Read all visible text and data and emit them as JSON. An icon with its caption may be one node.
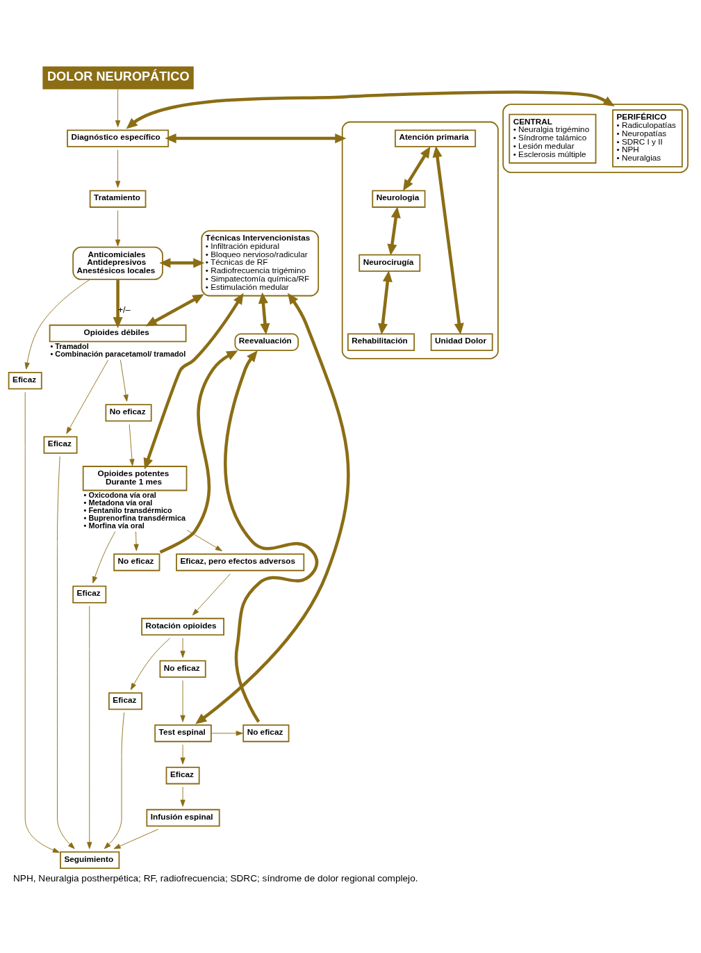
{
  "diagram": {
    "caption": "NPH, Neuralgia postherpética; RF, radiofrecuencia; SDRC; síndrome de dolor regional complejo.",
    "nodes": [
      {
        "text": [
          "DOLOR NEUROPÁTICO"
        ]
      },
      {
        "text": [],
        "shape": "box"
      },
      {
        "text": [
          "Atención primaria"
        ],
        "in": 1
      },
      {
        "text": [
          "Neurologia"
        ],
        "in": 1
      },
      {
        "text": [
          "Neurocirugía"
        ],
        "in": 1
      },
      {
        "text": [
          "Rehabilitación"
        ],
        "in": 1
      },
      {
        "text": [
          "Unidad Dolor"
        ],
        "in": 1
      },
      {
        "text": [
          "Diagnóstico específico"
        ]
      },
      {
        "text": [],
        "shape": "box"
      },
      {
        "text": [
          "PERIFÉRICO",
          "• Radiculopatías",
          "• Neuropatías",
          "• SDRC I y II",
          "• NPH",
          "• Neuralgias"
        ],
        "in": 8
      },
      {
        "text": [
          "CENTRAL",
          "• Neuralgia trigémino",
          "• Síndrome talámico",
          "• Lesión medular",
          "• Esclerosis múltiple"
        ],
        "in": 8
      },
      {
        "text": [
          "Tratamiento"
        ]
      },
      {
        "text": [
          "Anticomiciales",
          "Antidepresivos",
          "Anestésicos locales"
        ]
      },
      {
        "text": [
          "Técnicas Intervencionistas",
          "• Infiltración epidural",
          "• Bloqueo nervioso/radicular",
          "• Técnicas de RF",
          "• Radiofrecuencia trigémino",
          "• Simpatectomía química/RF",
          "• Estimulación medular"
        ]
      },
      {
        "text": [
          "Eficaz"
        ]
      },
      {
        "text": [
          "Opioides débiles"
        ],
        "beside": [
          "• Tramadol",
          "• Combinación paracetamol/ tramadol"
        ]
      },
      {
        "text": [
          "Eficaz"
        ]
      },
      {
        "text": [
          "No eficaz"
        ]
      },
      {
        "text": [
          "Opioides potentes",
          "Durante 1 mes"
        ],
        "beside": [
          "• Oxicodona vía oral",
          "• Metadona vía oral",
          "• Fentanilo transdérmico",
          "• Buprenorfina transdérmica",
          "• Morfina vía oral"
        ]
      },
      {
        "text": [
          "Eficaz"
        ]
      },
      {
        "text": [
          "Reevaluación"
        ]
      },
      {
        "text": [
          "No eficaz"
        ]
      },
      {
        "text": [
          "Eficaz, pero efectos adversos"
        ]
      },
      {
        "text": [
          "Rotación opioides"
        ]
      },
      {
        "text": [
          "Eficaz"
        ]
      },
      {
        "text": [
          "No eficaz"
        ]
      },
      {
        "text": [
          "Test espinal"
        ]
      },
      {
        "text": [
          "No eficaz"
        ]
      },
      {
        "text": [
          "Eficaz"
        ]
      },
      {
        "text": [
          "Infusión espinal"
        ]
      },
      {
        "text": [
          "Seguimiento"
        ]
      }
    ],
    "edges": [
      {
        "from": 0,
        "to": 7,
        "arrow": "to"
      },
      {
        "from": 7,
        "to": 1,
        "arrow": "both",
        "style": "thick"
      },
      {
        "from": 7,
        "to": 8,
        "arrow": "both",
        "style": "thick"
      },
      {
        "from": 2,
        "to": 3,
        "arrow": "both",
        "style": "thick"
      },
      {
        "from": 3,
        "to": 4,
        "arrow": "both",
        "style": "thick"
      },
      {
        "from": 4,
        "to": 5,
        "arrow": "both",
        "style": "thick"
      },
      {
        "from": 2,
        "to": 6,
        "arrow": "both",
        "style": "thick"
      },
      {
        "from": 7,
        "to": 11,
        "arrow": "to"
      },
      {
        "from": 11,
        "to": 12,
        "arrow": "to"
      },
      {
        "from": 12,
        "to": 13,
        "arrow": "both",
        "style": "thick"
      },
      {
        "from": 12,
        "to": 14,
        "arrow": "to"
      },
      {
        "from": 12,
        "to": 15,
        "arrow": "to",
        "label": "+/–",
        "style": "thick"
      },
      {
        "from": 15,
        "to": 13,
        "arrow": "both",
        "style": "thick"
      },
      {
        "from": 15,
        "to": 16,
        "arrow": "to"
      },
      {
        "from": 15,
        "to": 17,
        "arrow": "to"
      },
      {
        "from": 17,
        "to": 18,
        "arrow": "to"
      },
      {
        "from": 13,
        "to": 18,
        "arrow": "both",
        "style": "thick"
      },
      {
        "from": 13,
        "to": 26,
        "arrow": "both",
        "style": "thick"
      },
      {
        "from": 13,
        "to": 20,
        "arrow": "both",
        "style": "thick"
      },
      {
        "from": 18,
        "to": 19,
        "arrow": "to"
      },
      {
        "from": 18,
        "to": 22,
        "arrow": "to"
      },
      {
        "from": 18,
        "to": 21,
        "arrow": "to"
      },
      {
        "from": 21,
        "to": 20,
        "arrow": "to",
        "style": "thick"
      },
      {
        "from": 22,
        "to": 23,
        "arrow": "to"
      },
      {
        "from": 23,
        "to": 24,
        "arrow": "to"
      },
      {
        "from": 23,
        "to": 25,
        "arrow": "to"
      },
      {
        "from": 25,
        "to": 26,
        "arrow": "to"
      },
      {
        "from": 26,
        "to": 27,
        "arrow": "to"
      },
      {
        "from": 26,
        "to": 28,
        "arrow": "to"
      },
      {
        "from": 27,
        "to": 20,
        "arrow": "to",
        "style": "thick"
      },
      {
        "from": 28,
        "to": 29,
        "arrow": "to"
      },
      {
        "from": 29,
        "to": 30,
        "arrow": "to"
      },
      {
        "from": 14,
        "to": 30,
        "arrow": "to"
      },
      {
        "from": 16,
        "to": 30,
        "arrow": "to"
      },
      {
        "from": 19,
        "to": 30,
        "arrow": "to"
      },
      {
        "from": 24,
        "to": 30,
        "arrow": "to"
      }
    ]
  }
}
